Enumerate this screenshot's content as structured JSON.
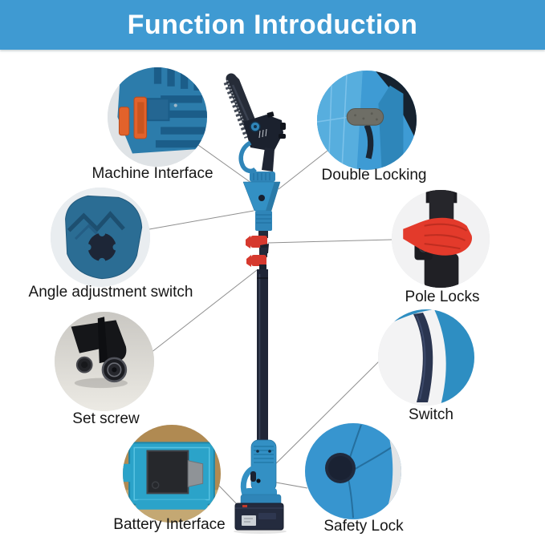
{
  "header": {
    "title": "Function Introduction"
  },
  "callouts": [
    {
      "id": "machine-interface",
      "label": "Machine Interface"
    },
    {
      "id": "double-locking",
      "label": "Double Locking"
    },
    {
      "id": "angle-adjustment-switch",
      "label": "Angle adjustment switch"
    },
    {
      "id": "pole-locks",
      "label": "Pole Locks"
    },
    {
      "id": "set-screw",
      "label": "Set screw"
    },
    {
      "id": "switch",
      "label": "Switch"
    },
    {
      "id": "battery-interface",
      "label": "Battery Interface"
    },
    {
      "id": "safety-lock",
      "label": "Safety Lock"
    }
  ],
  "colors": {
    "header_bg": "#3f9ad2",
    "header_text": "#ffffff",
    "product_blue": "#3390c4",
    "product_dark_blue": "#2f85b8",
    "accent_orange": "#e2622b",
    "lock_red": "#d6392e",
    "pole_navy": "#202637",
    "battery_teal": "#2ba3c9",
    "label_text": "#161616",
    "leader_line": "#8f8f8f"
  }
}
